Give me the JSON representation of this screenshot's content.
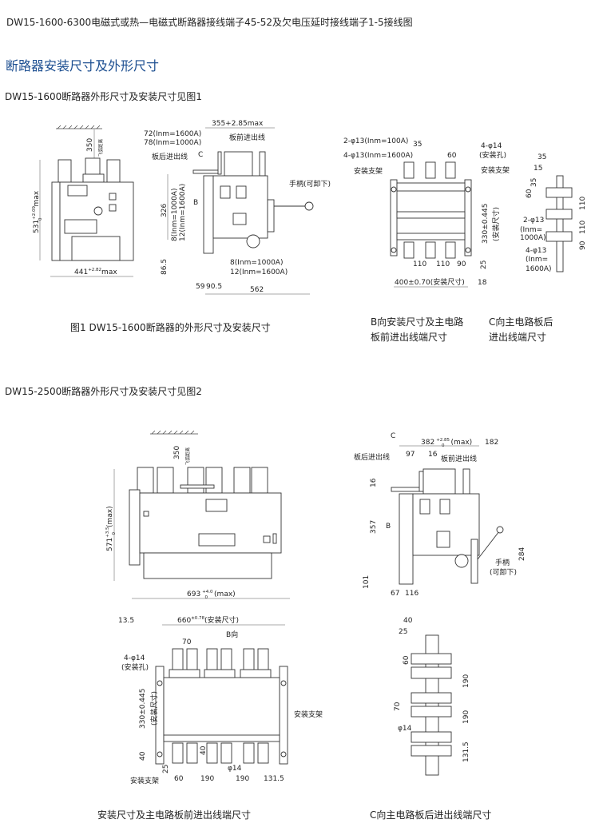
{
  "header": {
    "title": "DW15-1600-6300电磁式或热—电磁式断路器接线端子45-52及欠电压延时接线端子1-5接线图"
  },
  "section": {
    "heading": "断路器安装尺寸及外形尺寸"
  },
  "fig1": {
    "intro": "DW15-1600断路器外形尺寸及安装尺寸见图1",
    "caption": "图1 DW15-1600断路器的外形尺寸及安装尺寸",
    "front": {
      "arc_dist": "350",
      "arc_label": "飞弧距离",
      "height": "531",
      "height_tol_up": "+2.09",
      "height_tol_low": "0",
      "height_suffix": "max",
      "width": "441",
      "width_tol": "+2.82",
      "width_suffix": "max"
    },
    "side": {
      "depth": "355+2.85max",
      "d72": "72(Inm=1600A)",
      "d78": "78(Inm=1000A)",
      "front_wiring": "板前进出线",
      "rear_wiring": "板后进出线",
      "c_mark": "C",
      "b_mark": "B",
      "handle": "手柄(可卸下)",
      "h326": "326",
      "v8": "8(Inm=1000A)",
      "v12": "12(Inm=1600A)",
      "h865": "86.5",
      "b8": "8(Inm=1000A)",
      "b12": "12(Inm=1600A)",
      "d59": "59",
      "d905": "90.5",
      "d562": "562"
    },
    "b_view": {
      "hole2": "2-φ13(Inm=100A)",
      "hole4": "4-φ13(Inm=1600A)",
      "d35": "35",
      "d60": "60",
      "mount_holes": "4-φ14",
      "mount_holes_note": "(安装孔)",
      "bracket_left": "安装支架",
      "bracket_right": "安装支架",
      "h330": "330±0.445",
      "h330_note": "(安装尺寸)",
      "d110a": "110",
      "d110b": "110",
      "d90": "90",
      "d25": "25",
      "w400": "400±0.70(安装尺寸)",
      "d18": "18",
      "caption_1": "B向安装尺寸及主电路",
      "caption_2": "板前进出线端尺寸"
    },
    "c_view": {
      "d35": "35",
      "d15": "15",
      "v35": "35",
      "v60": "60",
      "v110a": "110",
      "v110b": "110",
      "v90": "90",
      "hole2": "2-φ13",
      "hole2_a": "(Inm=",
      "hole2_b": "1000A)",
      "hole4": "4-φ13",
      "hole4_a": "(Inm=",
      "hole4_b": "1600A)",
      "caption_1": "C向主电路板后",
      "caption_2": "进出线端尺寸"
    }
  },
  "fig2": {
    "intro": "DW15-2500断路器外形尺寸及安装尺寸见图2",
    "front": {
      "arc_dist": "350",
      "arc_label": "飞弧距离",
      "height": "571",
      "height_tol_up": "+3.5",
      "height_tol_low": "0",
      "height_suffix": "(max)",
      "width": "693",
      "width_tol_up": "+4.0",
      "width_tol_low": "0",
      "width_suffix": "(max)"
    },
    "side": {
      "c_mark": "C",
      "depth": "382",
      "depth_tol_up": "+2.85",
      "depth_tol_low": "0",
      "depth_suffix": "(max)",
      "d182": "182",
      "rear_wiring": "板后进出线",
      "d97": "97",
      "d16": "16",
      "front_wiring": "板前进出线",
      "v16": "16",
      "v357": "357",
      "b_mark": "B",
      "v101": "101",
      "d67": "67",
      "d116": "116",
      "v284": "284",
      "handle_1": "手柄",
      "handle_2": "(可卸下)"
    },
    "b_view": {
      "d135": "13.5",
      "w660": "660",
      "w660_tol": "±0.78",
      "w660_note": "(安装尺寸)",
      "b_dir": "B向",
      "d70": "70",
      "mount_holes": "4-φ14",
      "mount_holes_note": "(安装孔)",
      "h330": "330±0.445",
      "h330_note": "(安装尺寸)",
      "v40a": "40",
      "v25": "25",
      "v40b": "40",
      "bracket_right": "安装支架",
      "bracket_left": "安装支架",
      "d60": "60",
      "d190a": "190",
      "d190b": "190",
      "d1315": "131.5",
      "phi14": "φ14",
      "caption": "安装尺寸及主电路板前进出线端尺寸"
    },
    "c_view": {
      "d40": "40",
      "d25": "25",
      "v60": "60",
      "v190a": "190",
      "v70": "70",
      "v190b": "190",
      "phi14": "φ14",
      "v1315": "131.5",
      "caption": "C向主电路板后进出线端尺寸"
    }
  }
}
